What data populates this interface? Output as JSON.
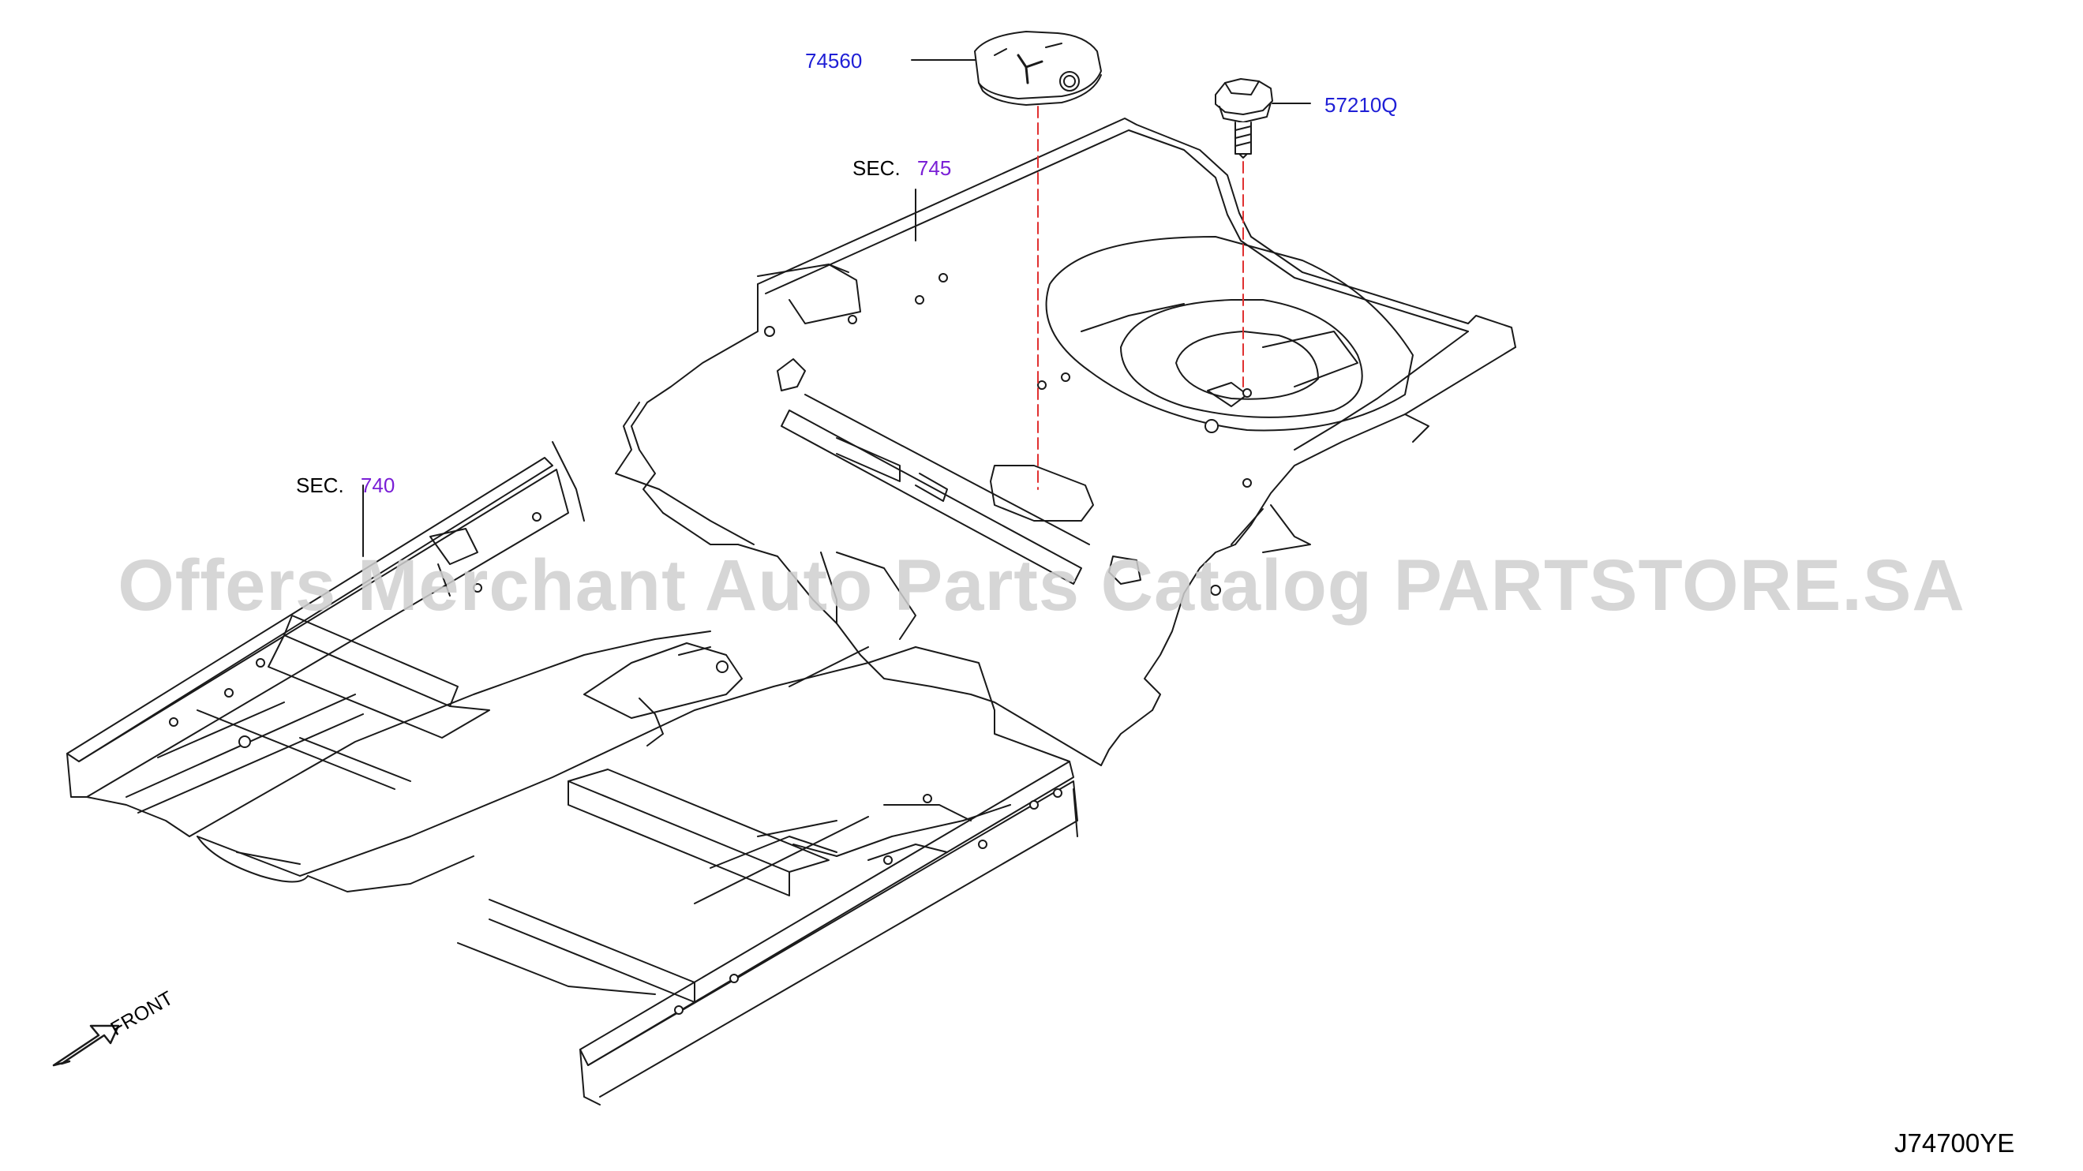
{
  "parts": {
    "p74560": "74560",
    "p57210q": "57210Q"
  },
  "sections": {
    "s745": {
      "prefix": "SEC.",
      "number": "745"
    },
    "s740": {
      "prefix": "SEC.",
      "number": "740"
    }
  },
  "front_label": "FRONT",
  "cap_logo_text": "Y",
  "watermark": "Offers Merchant Auto Parts Catalog PARTSTORE.SA",
  "drawing_code": "J74700YE",
  "colors": {
    "line": "#1a1a1a",
    "part_number": "#1f1fd6",
    "section_number": "#7a1fd6",
    "leader_dashed": "#e03030",
    "watermark": "#cfcfcf"
  },
  "icons": {
    "front_arrow": "front-arrow-icon"
  }
}
